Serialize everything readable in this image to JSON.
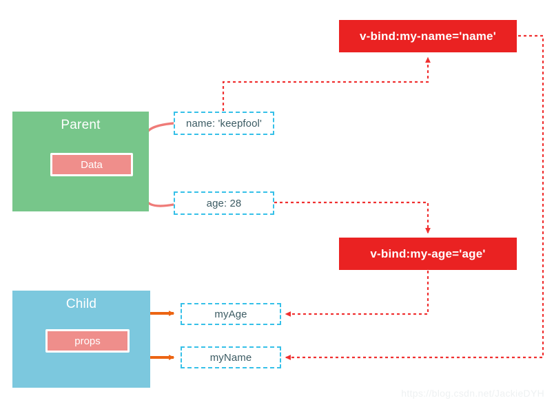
{
  "diagram": {
    "title": "Vue props binding diagram",
    "colors": {
      "parent_bg": "#77c68a",
      "child_bg": "#7cc8de",
      "chip_bg": "#ef8e8b",
      "dashed_border": "#35c0e8",
      "red_box": "#ea2222",
      "red_wire": "#f03030",
      "orange_wire": "#ec6413",
      "pink_wire": "#ef7b78",
      "text_dark": "#3c5b63",
      "watermark": "#eef1f2"
    }
  },
  "parent": {
    "title": "Parent",
    "chip": "Data",
    "fields": [
      {
        "id": "name",
        "label": "name: 'keepfool'"
      },
      {
        "id": "age",
        "label": "age: 28"
      }
    ]
  },
  "child": {
    "title": "Child",
    "chip": "props",
    "fields": [
      {
        "id": "myAge",
        "label": "myAge"
      },
      {
        "id": "myName",
        "label": "myName"
      }
    ]
  },
  "bindings": [
    {
      "id": "bind-name",
      "label": "v-bind:my-name='name'"
    },
    {
      "id": "bind-age",
      "label": "v-bind:my-age='age'"
    }
  ],
  "watermark": "https://blog.csdn.net/JackieDYH"
}
